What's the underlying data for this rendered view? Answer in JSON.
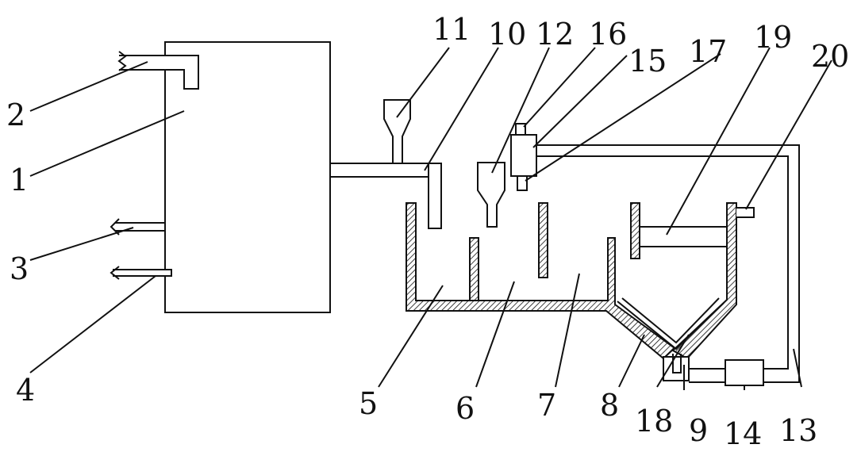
{
  "diagram": {
    "labels": {
      "l1": "1",
      "l2": "2",
      "l3": "3",
      "l4": "4",
      "l5": "5",
      "l6": "6",
      "l7": "7",
      "l8": "8",
      "l9": "9",
      "l10": "10",
      "l11": "11",
      "l12": "12",
      "l13": "13",
      "l14": "14",
      "l15": "15",
      "l16": "16",
      "l17": "17",
      "l18": "18",
      "l19": "19",
      "l20": "20"
    }
  }
}
